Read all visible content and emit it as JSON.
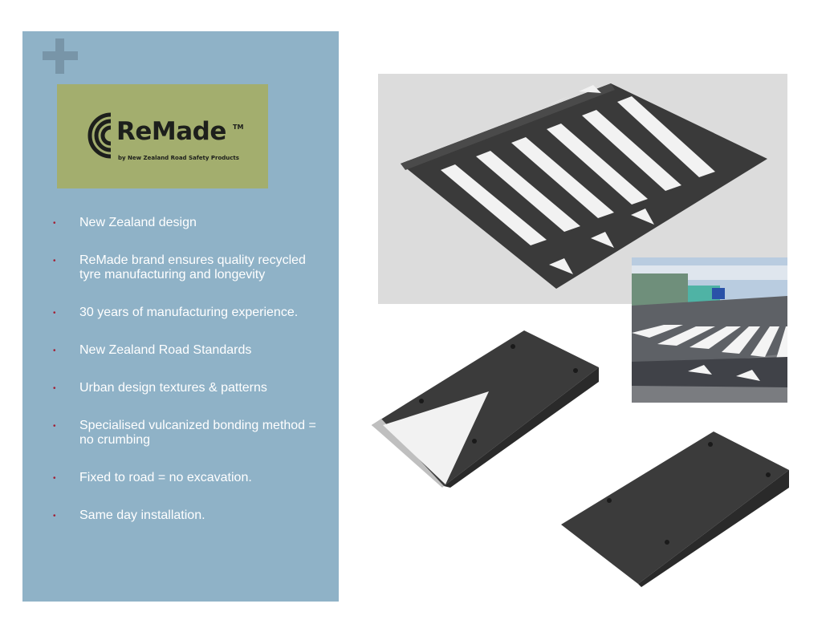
{
  "logo": {
    "brand": "ReMade",
    "trademark": "TM",
    "tagline": "by New Zealand Road Safety Products",
    "icon": "concentric-arc-logo-icon"
  },
  "bullets": [
    {
      "text": "New Zealand design"
    },
    {
      "text": "ReMade brand ensures quality recycled tyre manufacturing and longevity"
    },
    {
      "text": "30 years of manufacturing experience."
    },
    {
      "text": "New Zealand Road Standards"
    },
    {
      "text": "Urban design textures & patterns"
    },
    {
      "text": "Specialised vulcanized bonding method  = no crumbing"
    },
    {
      "text": "Fixed to road = no excavation."
    },
    {
      "text": "Same day installation."
    }
  ],
  "bullet_symbol": "•",
  "colors": {
    "panel": "#8fb2c7",
    "logo_background": "#a3ae6e",
    "bullet_dot": "#a32035",
    "text": "#ffffff"
  }
}
